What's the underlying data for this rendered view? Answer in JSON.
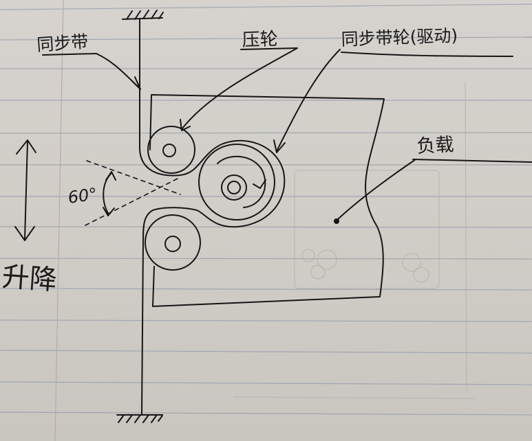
{
  "labels": {
    "belt": "同步带",
    "pressure_roller": "压轮",
    "drive_pulley": "同步带轮(驱动)",
    "load": "负载",
    "lift": "升降",
    "angle": "60°"
  },
  "colors": {
    "paper": "#d3d0ca",
    "ruled_line": "#8f9aa6",
    "margin_line": "#b9a9a9",
    "ink": "#151515",
    "faint_ink": "#b6b2ab"
  }
}
